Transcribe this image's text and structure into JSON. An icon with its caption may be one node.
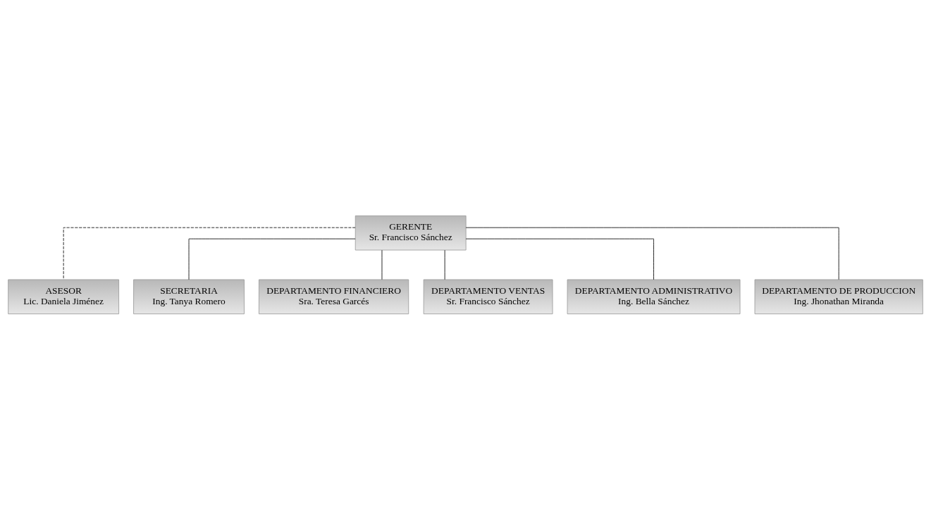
{
  "diagram": {
    "nodes": [
      {
        "text": [
          "GERENTE",
          "Sr. Francisco Sánchez"
        ]
      },
      {
        "text": [
          "ASESOR",
          "Lic. Daniela Jiménez"
        ]
      },
      {
        "text": [
          "SECRETARIA",
          "Ing. Tanya Romero"
        ]
      },
      {
        "text": [
          "DEPARTAMENTO FINANCIERO",
          "Sra. Teresa Garcés"
        ]
      },
      {
        "text": [
          "DEPARTAMENTO VENTAS",
          "Sr. Francisco Sánchez"
        ]
      },
      {
        "text": [
          "DEPARTAMENTO ADMINISTRATIVO",
          "Ing. Bella Sánchez"
        ]
      },
      {
        "text": [
          "DEPARTAMENTO DE PRODUCCION",
          "Ing. Jhonathan Miranda"
        ]
      }
    ],
    "edges": [
      {
        "from": 0,
        "to": 1,
        "arrow": "none",
        "style": "dashed"
      },
      {
        "from": 0,
        "to": 2,
        "arrow": "none"
      },
      {
        "from": 0,
        "to": 3,
        "arrow": "none"
      },
      {
        "from": 0,
        "to": 4,
        "arrow": "none"
      },
      {
        "from": 0,
        "to": 5,
        "arrow": "none"
      },
      {
        "from": 0,
        "to": 6,
        "arrow": "none"
      }
    ]
  }
}
